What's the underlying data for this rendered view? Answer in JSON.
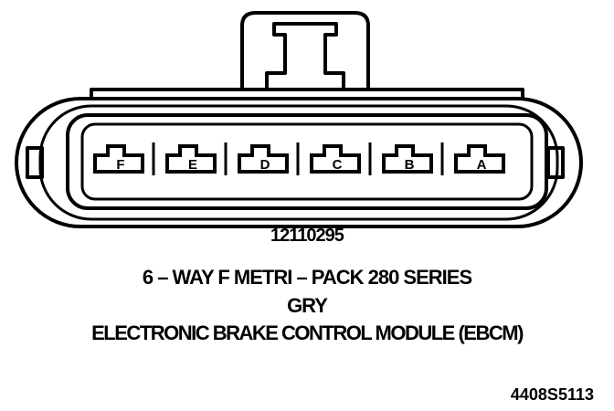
{
  "connector": {
    "cavities": [
      {
        "letter": "F"
      },
      {
        "letter": "E"
      },
      {
        "letter": "D"
      },
      {
        "letter": "C"
      },
      {
        "letter": "B"
      },
      {
        "letter": "A"
      }
    ]
  },
  "labels": {
    "part_number": "12110295",
    "series": "6 – WAY F METRI – PACK 280 SERIES",
    "color": "GRY",
    "module": "ELECTRONIC BRAKE CONTROL MODULE (EBCM)",
    "figure_id": "4408S5113"
  },
  "colors": {
    "ink": "#000000",
    "background": "#ffffff"
  }
}
